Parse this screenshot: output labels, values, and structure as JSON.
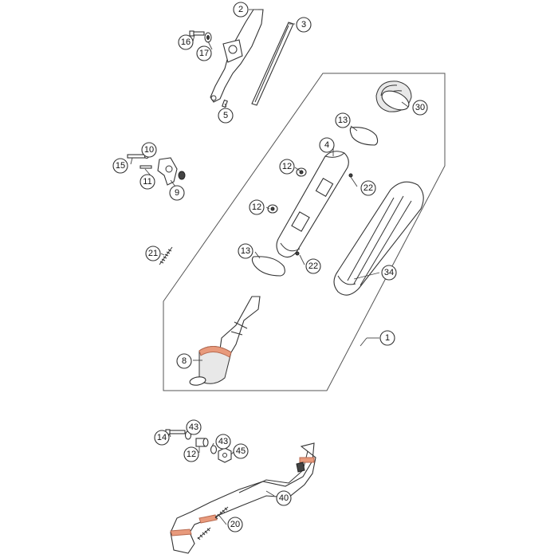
{
  "colors": {
    "line": "#333333",
    "background": "#ffffff",
    "accent": "#e89a7c"
  },
  "callouts": [
    {
      "id": "c2",
      "label": "2"
    },
    {
      "id": "c3",
      "label": "3"
    },
    {
      "id": "c16",
      "label": "16"
    },
    {
      "id": "c17",
      "label": "17"
    },
    {
      "id": "c5",
      "label": "5"
    },
    {
      "id": "c10",
      "label": "10"
    },
    {
      "id": "c15",
      "label": "15"
    },
    {
      "id": "c11",
      "label": "11"
    },
    {
      "id": "c9",
      "label": "9"
    },
    {
      "id": "c21",
      "label": "21"
    },
    {
      "id": "c30",
      "label": "30"
    },
    {
      "id": "c13a",
      "label": "13"
    },
    {
      "id": "c4",
      "label": "4"
    },
    {
      "id": "c12a",
      "label": "12"
    },
    {
      "id": "c22a",
      "label": "22"
    },
    {
      "id": "c12b",
      "label": "12"
    },
    {
      "id": "c13b",
      "label": "13"
    },
    {
      "id": "c22b",
      "label": "22"
    },
    {
      "id": "c34",
      "label": "34"
    },
    {
      "id": "c1",
      "label": "1"
    },
    {
      "id": "c8",
      "label": "8"
    },
    {
      "id": "c43a",
      "label": "43"
    },
    {
      "id": "c14",
      "label": "14"
    },
    {
      "id": "c43b",
      "label": "43"
    },
    {
      "id": "c12c",
      "label": "12"
    },
    {
      "id": "c45",
      "label": "45"
    },
    {
      "id": "c40",
      "label": "40"
    },
    {
      "id": "c20",
      "label": "20"
    }
  ]
}
